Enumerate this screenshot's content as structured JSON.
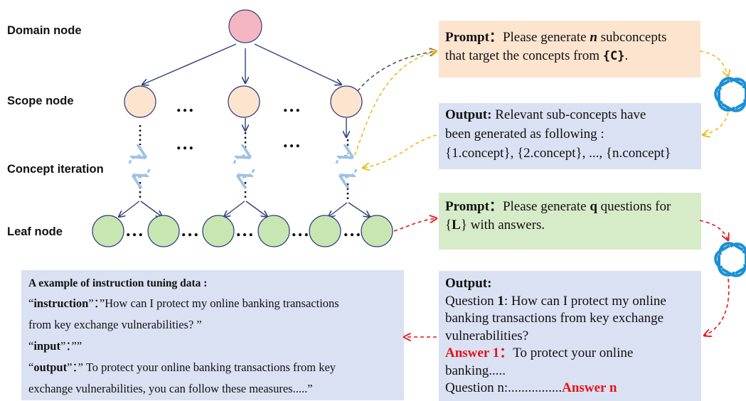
{
  "labels": {
    "domain": "Domain node",
    "scope": "Scope node",
    "concept": "Concept iteration",
    "leaf": "Leaf node"
  },
  "tree": {
    "ellipsis": "…",
    "colors": {
      "domain": "#f4b6c2",
      "scope": "#fde4cf",
      "leaf": "#c8e6b2",
      "cycle": "#9dc3e6"
    }
  },
  "prompt1": {
    "label": "Prompt",
    "colon": "：",
    "text_a": "Please generate ",
    "var": "n",
    "text_b": " subconcepts",
    "text_c": "that target the concepts from ",
    "token": "{C}",
    "end": "."
  },
  "output1": {
    "label": "Output:",
    "text_a": " Relevant sub-concepts have",
    "text_b": "been generated as following :",
    "text_c": "{1.concept}, {2.concept}, ..., {n.concept}"
  },
  "prompt2": {
    "label": "Prompt",
    "colon": "：",
    "text_a": "Please generate ",
    "var": "q",
    "text_b": " questions for",
    "open": "{",
    "token": "L",
    "text_c": "} with answers."
  },
  "output2": {
    "label": "Output:",
    "q1_a": "Question ",
    "q1_num": "1",
    "q1_b": ": How can I protect my online",
    "q1_c": "banking transactions from key exchange",
    "q1_d": "vulnerabilities?",
    "a1_label": "Answer 1",
    "a1_colon": "：",
    "a1_a": "To protect your online",
    "a1_b": "banking.....",
    "qn": "Question n:................",
    "an": "Answer n"
  },
  "example": {
    "title": "A example of  instruction tuning data :",
    "q_open": "“",
    "instruction_key": "instruction",
    "instruction_val": "”：”How can I protect my online banking transactions",
    "instruction_val2": "from key exchange vulnerabilities? ”",
    "input_key": "input",
    "input_val": "”：””",
    "output_key": "output",
    "output_val": "”：” To protect your online banking transactions from key",
    "output_val2": "exchange vulnerabilities, you can follow these measures.....”"
  }
}
